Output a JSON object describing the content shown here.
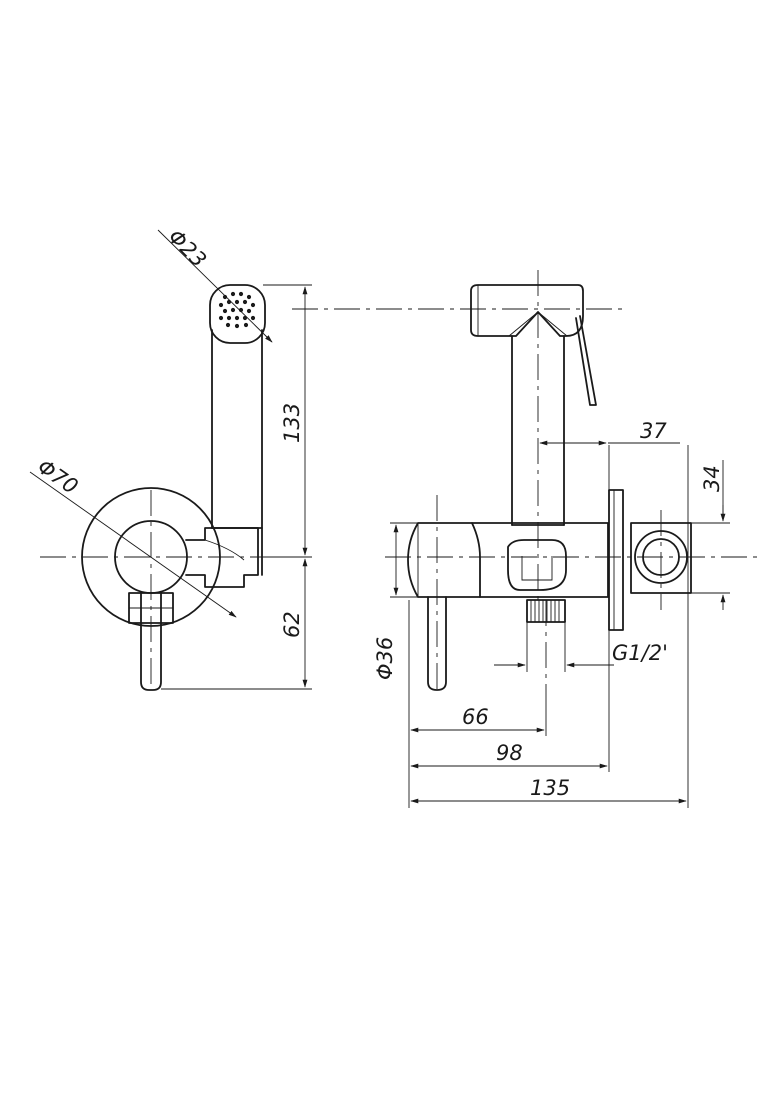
{
  "dimensions": {
    "hand_shower_diameter": "Φ23",
    "hose_length": "133",
    "wall_plate_diameter": "Φ70",
    "lower_height": "62",
    "body_diameter": "Φ36",
    "horizontal_offset": "37",
    "outlet_height": "34",
    "thread": "G1/2'",
    "depth_66": "66",
    "depth_98": "98",
    "overall_depth": "135"
  }
}
